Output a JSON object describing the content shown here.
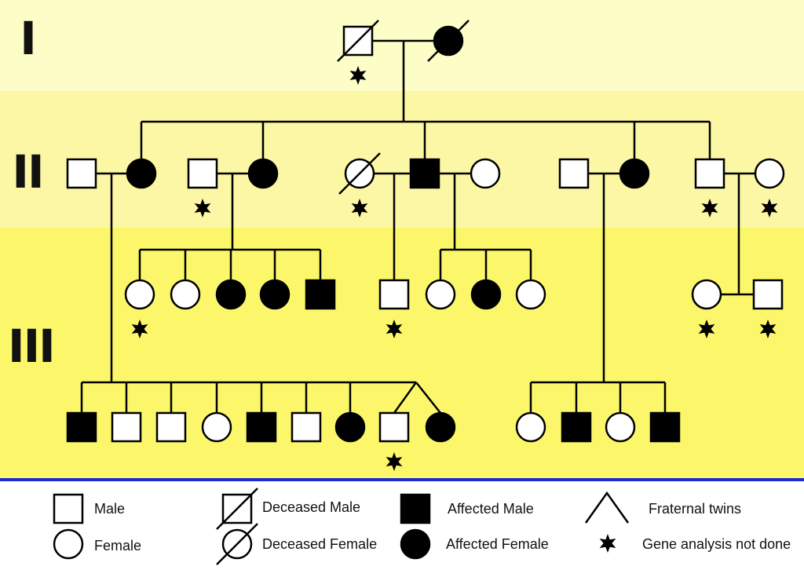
{
  "colors": {
    "band_gen1": "#fdfdc8",
    "band_gen2": "#fcf7a4",
    "band_gen3": "#fcf76a",
    "divider": "#1a2ad4",
    "ink": "#000000"
  },
  "generations": [
    "I",
    "II",
    "III"
  ],
  "legend": {
    "male": "Male",
    "female": "Female",
    "deceased_male": "Deceased Male",
    "deceased_female": "Deceased Female",
    "affected_male": "Affected Male",
    "affected_female": "Affected Female",
    "twins": "Fraternal twins",
    "not_done": "Gene analysis not done"
  },
  "individuals": {
    "gen1": [
      {
        "sex": "male",
        "affected": false,
        "deceased": true,
        "no_analysis": true
      },
      {
        "sex": "female",
        "affected": true,
        "deceased": true,
        "no_analysis": false
      }
    ],
    "gen2": [
      {
        "sex": "male",
        "affected": false,
        "deceased": false,
        "no_analysis": false,
        "role": "spouse"
      },
      {
        "sex": "female",
        "affected": true,
        "deceased": false,
        "no_analysis": false,
        "role": "child"
      },
      {
        "sex": "male",
        "affected": false,
        "deceased": false,
        "no_analysis": true,
        "role": "spouse"
      },
      {
        "sex": "female",
        "affected": true,
        "deceased": false,
        "no_analysis": false,
        "role": "child"
      },
      {
        "sex": "female",
        "affected": false,
        "deceased": true,
        "no_analysis": true,
        "role": "spouse"
      },
      {
        "sex": "male",
        "affected": true,
        "deceased": false,
        "no_analysis": false,
        "role": "child"
      },
      {
        "sex": "female",
        "affected": false,
        "deceased": false,
        "no_analysis": false,
        "role": "spouse"
      },
      {
        "sex": "male",
        "affected": false,
        "deceased": false,
        "no_analysis": false,
        "role": "spouse"
      },
      {
        "sex": "female",
        "affected": true,
        "deceased": false,
        "no_analysis": false,
        "role": "child"
      },
      {
        "sex": "male",
        "affected": false,
        "deceased": false,
        "no_analysis": true,
        "role": "child"
      },
      {
        "sex": "female",
        "affected": false,
        "deceased": false,
        "no_analysis": true,
        "role": "spouse"
      }
    ],
    "gen3": [
      {
        "sex": "female",
        "affected": false,
        "no_analysis": true
      },
      {
        "sex": "female",
        "affected": false,
        "no_analysis": false
      },
      {
        "sex": "female",
        "affected": true,
        "no_analysis": false
      },
      {
        "sex": "female",
        "affected": true,
        "no_analysis": false
      },
      {
        "sex": "male",
        "affected": true,
        "no_analysis": false
      },
      {
        "sex": "male",
        "affected": false,
        "no_analysis": true
      },
      {
        "sex": "female",
        "affected": false,
        "no_analysis": false
      },
      {
        "sex": "female",
        "affected": true,
        "no_analysis": false
      },
      {
        "sex": "female",
        "affected": false,
        "no_analysis": false
      },
      {
        "sex": "female",
        "affected": false,
        "no_analysis": true
      },
      {
        "sex": "male",
        "affected": false,
        "no_analysis": true
      }
    ],
    "gen3_row2": [
      {
        "sex": "male",
        "affected": true,
        "twin": false
      },
      {
        "sex": "male",
        "affected": false,
        "twin": false
      },
      {
        "sex": "male",
        "affected": false,
        "twin": false
      },
      {
        "sex": "female",
        "affected": false,
        "twin": false
      },
      {
        "sex": "male",
        "affected": true,
        "twin": false
      },
      {
        "sex": "male",
        "affected": false,
        "twin": false
      },
      {
        "sex": "female",
        "affected": true,
        "twin": false
      },
      {
        "sex": "male",
        "affected": false,
        "twin": true,
        "no_analysis": true
      },
      {
        "sex": "female",
        "affected": true,
        "twin": true
      },
      {
        "sex": "female",
        "affected": false,
        "twin": false
      },
      {
        "sex": "male",
        "affected": true,
        "twin": false
      },
      {
        "sex": "female",
        "affected": false,
        "twin": false
      },
      {
        "sex": "male",
        "affected": true,
        "twin": false
      }
    ]
  }
}
